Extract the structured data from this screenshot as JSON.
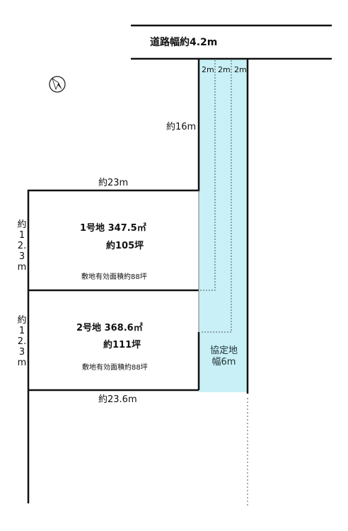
{
  "road": {
    "label": "道路幅約4.2m"
  },
  "easement": {
    "strip_labels": [
      "2m",
      "2m",
      "2m"
    ],
    "label_line1": "協定地",
    "label_line2": "幅6m",
    "fill_color": "#c8f0f6"
  },
  "dimensions": {
    "north_depth": "約16m",
    "top_width": "約23m",
    "bottom_width": "約23.6m",
    "lot1_height": "約12.3m",
    "lot2_height": "約12.3m"
  },
  "lot1": {
    "title": "1号地  347.5㎡",
    "tsubo": "約105坪",
    "effective": "敷地有効面積約88坪"
  },
  "lot2": {
    "title": "2号地  368.6㎡",
    "tsubo": "約111坪",
    "effective": "敷地有効面積約88坪"
  },
  "compass": {
    "icon": "north-arrow-icon",
    "letter": "N"
  }
}
